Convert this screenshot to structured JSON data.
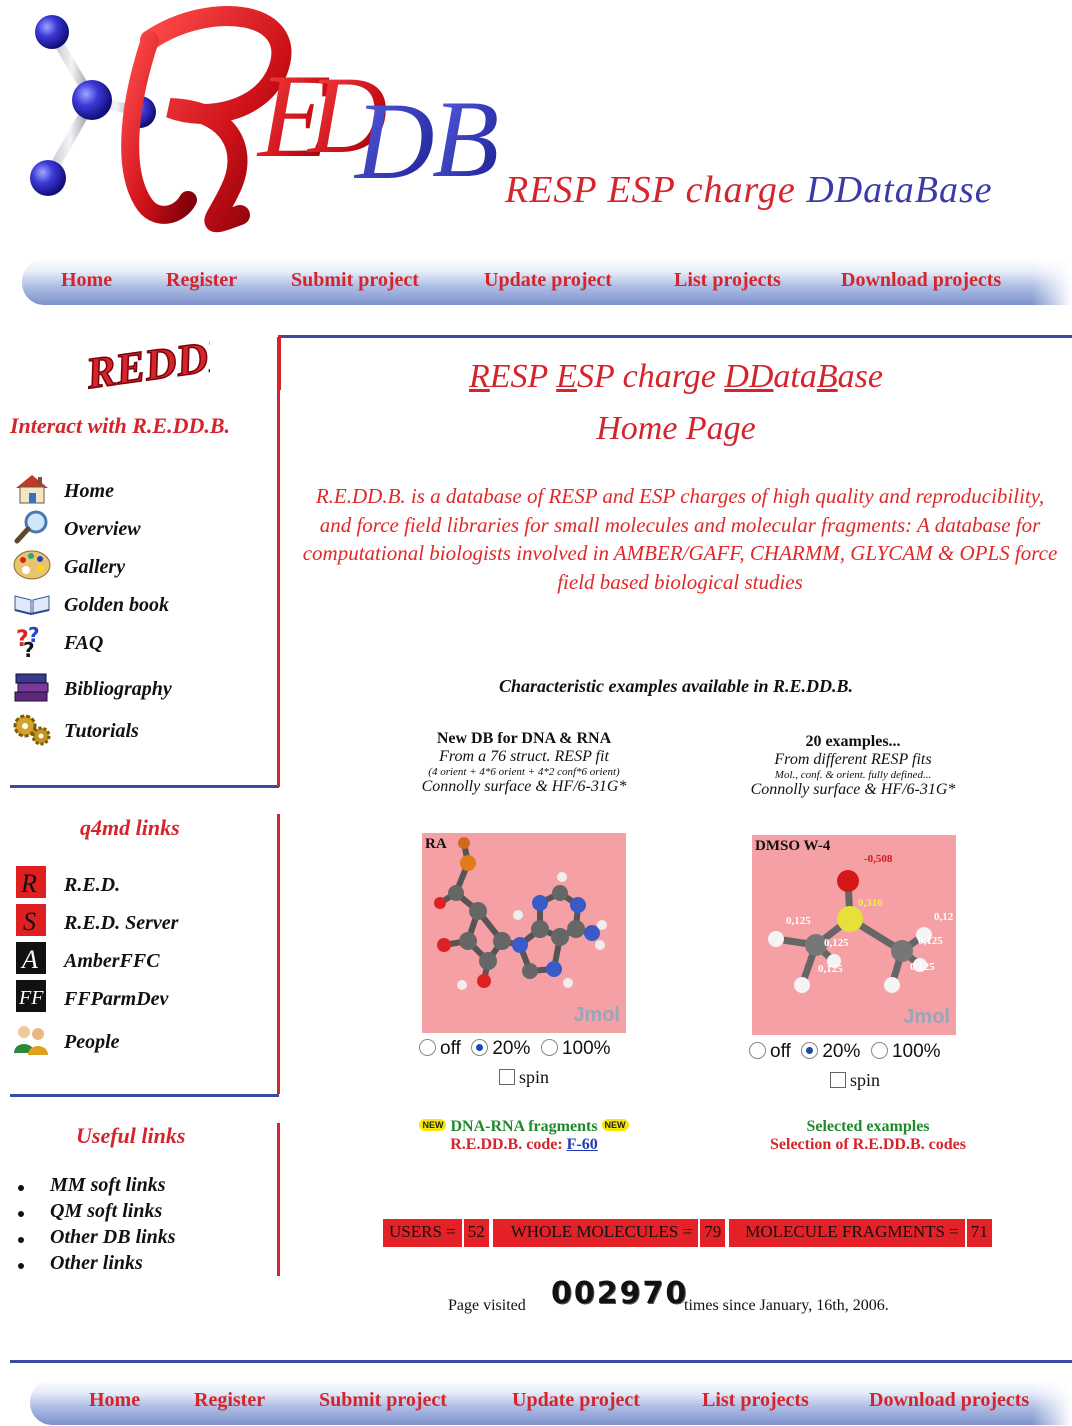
{
  "header": {
    "tagline_part1": "RESP ESP charge ",
    "tagline_part2": "DData",
    "tagline_part3": "Base"
  },
  "nav": {
    "items": [
      "Home",
      "Register",
      "Submit project",
      "Update project",
      "List projects",
      "Download projects"
    ]
  },
  "sidebar": {
    "interact_title": "Interact with R.E.DD.B.",
    "interact_items": [
      {
        "label": "Home",
        "icon": "house-icon"
      },
      {
        "label": "Overview",
        "icon": "magnifier-icon"
      },
      {
        "label": "Gallery",
        "icon": "palette-icon"
      },
      {
        "label": "Golden book",
        "icon": "open-book-icon"
      },
      {
        "label": "FAQ",
        "icon": "question-marks-icon"
      },
      {
        "label": "Bibliography",
        "icon": "books-stack-icon"
      },
      {
        "label": "Tutorials",
        "icon": "gears-icon"
      }
    ],
    "q4md_title": "q4md links",
    "q4md_items": [
      {
        "label": "R.E.D.",
        "icon": "red-r-icon"
      },
      {
        "label": "R.E.D. Server",
        "icon": "red-server-s-icon"
      },
      {
        "label": "AmberFFC",
        "icon": "amberffc-a-icon"
      },
      {
        "label": "FFParmDev",
        "icon": "ffparmdev-ff-icon"
      },
      {
        "label": "People",
        "icon": "people-icon"
      }
    ],
    "useful_title": "Useful links",
    "useful_items": [
      "MM soft links",
      "QM soft links",
      "Other DB links",
      "Other links"
    ]
  },
  "main": {
    "title_line1_parts": [
      "R",
      "ESP ",
      "E",
      "SP charge ",
      "DD",
      "ata",
      "B",
      "ase"
    ],
    "title_line2": "Home Page",
    "description": "R.E.DD.B. is a database of RESP and ESP charges of high quality and reproducibility, and force field libraries for small molecules and molecular fragments: A database for computational biologists involved in AMBER/GAFF, CHARMM, GLYCAM & OPLS force field based biological studies",
    "examples_heading": "Characteristic examples available in R.E.DD.B.",
    "example_left": {
      "title": "New DB for DNA & RNA",
      "line2": "From a 76 struct. RESP fit",
      "line3": "(4 orient + 4*6 orient + 4*2 conf*6 orient)",
      "line4": "Connolly surface & HF/6-31G*",
      "viewer_caption": "RA",
      "viewer_watermark": "Jmol",
      "radio_options": [
        "off",
        "20%",
        "100%"
      ],
      "radio_selected": "20%",
      "spin_label": "spin",
      "new_badge": "NEW",
      "link_text": "DNA-RNA fragments",
      "code_label": "R.E.DD.B. code: ",
      "code_value": "F-60"
    },
    "example_right": {
      "title": "20 examples...",
      "line2": "From different RESP fits",
      "line3": "Mol., conf. & orient. fully defined...",
      "line4": "Connolly surface & HF/6-31G*",
      "viewer_caption": "DMSO W-4",
      "viewer_watermark": "Jmol",
      "charges": [
        "-0,508",
        "0,316",
        "0,125",
        "0,125",
        "0,125",
        "0,125",
        "0,125",
        "0,12"
      ],
      "radio_options": [
        "off",
        "20%",
        "100%"
      ],
      "radio_selected": "20%",
      "spin_label": "spin",
      "link_text": "Selected examples",
      "code_label": "Selection of R.E.DD.B. codes"
    },
    "stats": [
      {
        "label": "USERS =",
        "value": "52"
      },
      {
        "label": "WHOLE MOLECULES =",
        "value": "79"
      },
      {
        "label": "MOLECULE FRAGMENTS =",
        "value": "71"
      }
    ],
    "visited_prefix": "Page visited",
    "visit_count": "002970",
    "visited_suffix": "times since January, 16th, 2006."
  },
  "colors": {
    "accent_red": "#d4242c",
    "accent_blue": "#3a3aa8",
    "nav_blue": "#7d92cc",
    "stats_red": "#e42126",
    "link_green": "#1f8a2c"
  }
}
